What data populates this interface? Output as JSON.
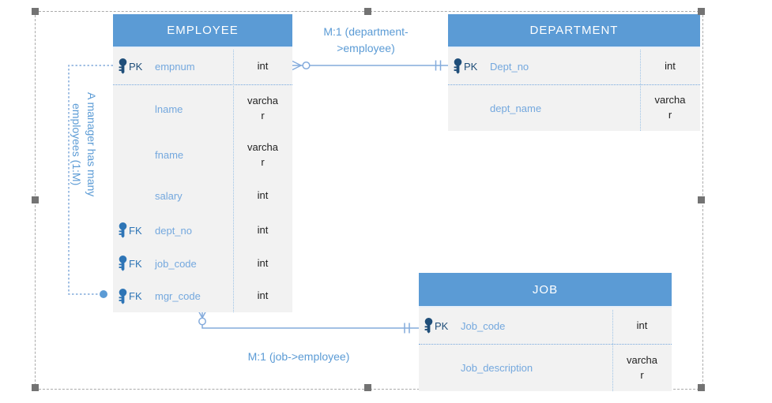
{
  "tables": [
    {
      "name": "EMPLOYEE",
      "rows": [
        {
          "key": "PK",
          "name": "empnum",
          "type": "int"
        },
        {
          "key": "",
          "name": "lname",
          "type": "varchar"
        },
        {
          "key": "",
          "name": "fname",
          "type": "varchar"
        },
        {
          "key": "",
          "name": "salary",
          "type": "int"
        },
        {
          "key": "FK",
          "name": "dept_no",
          "type": "int"
        },
        {
          "key": "FK",
          "name": "job_code",
          "type": "int"
        },
        {
          "key": "FK",
          "name": "mgr_code",
          "type": "int"
        }
      ]
    },
    {
      "name": "DEPARTMENT",
      "rows": [
        {
          "key": "PK",
          "name": "Dept_no",
          "type": "int"
        },
        {
          "key": "",
          "name": "dept_name",
          "type": "varchar"
        }
      ]
    },
    {
      "name": "JOB",
      "rows": [
        {
          "key": "PK",
          "name": "Job_code",
          "type": "int"
        },
        {
          "key": "",
          "name": "Job_description",
          "type": "varchar"
        }
      ]
    }
  ],
  "relationships": [
    {
      "label": "M:1 (department->employee)"
    },
    {
      "label": "M:1 (job->employee)"
    },
    {
      "label": "A manager has many employees (1:M)"
    }
  ],
  "colors": {
    "accent": "#5B9BD5",
    "table_body": "#F2F2F2",
    "field_name_text": "#74A8DE",
    "pk": "#1F4E79",
    "fk": "#2E75B6",
    "connector": "#84ABDC",
    "selection_handle": "#737373"
  }
}
